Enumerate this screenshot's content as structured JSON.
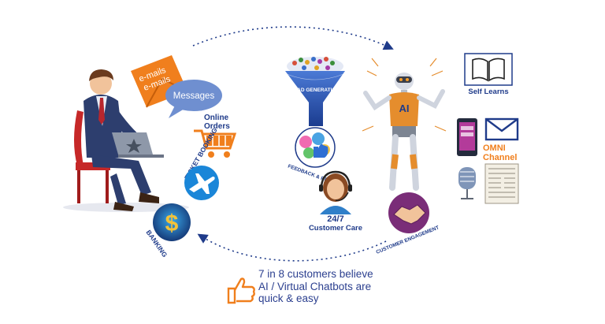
{
  "labels": {
    "emails_1": "e-mails",
    "emails_2": "e-mails",
    "messages": "Messages",
    "online_orders_1": "Online",
    "online_orders_2": "Orders",
    "ticket_booking": "TICKET BOOKING",
    "banking": "BANKING",
    "lead_generation": "LEAD GENERATION",
    "feedback_reviews": "FEEDBACK & REVIEWS",
    "ai": "AI",
    "self_learns": "Self Learns",
    "omni_1": "OMNI",
    "omni_2": "Channel",
    "care_1": "24/7",
    "care_2": "Customer Care",
    "customer_engagement": "CUSTOMER ENGAGEMENT"
  },
  "footer": {
    "line1": "7 in 8 customers believe",
    "line2": "AI / Virtual Chatbots are",
    "line3": "quick & easy"
  },
  "colors": {
    "orange": "#f07f1d",
    "navy": "#1f3b8a",
    "blue": "#1a86d8",
    "purple": "#7a2d78",
    "text": "#2b3f8f"
  }
}
